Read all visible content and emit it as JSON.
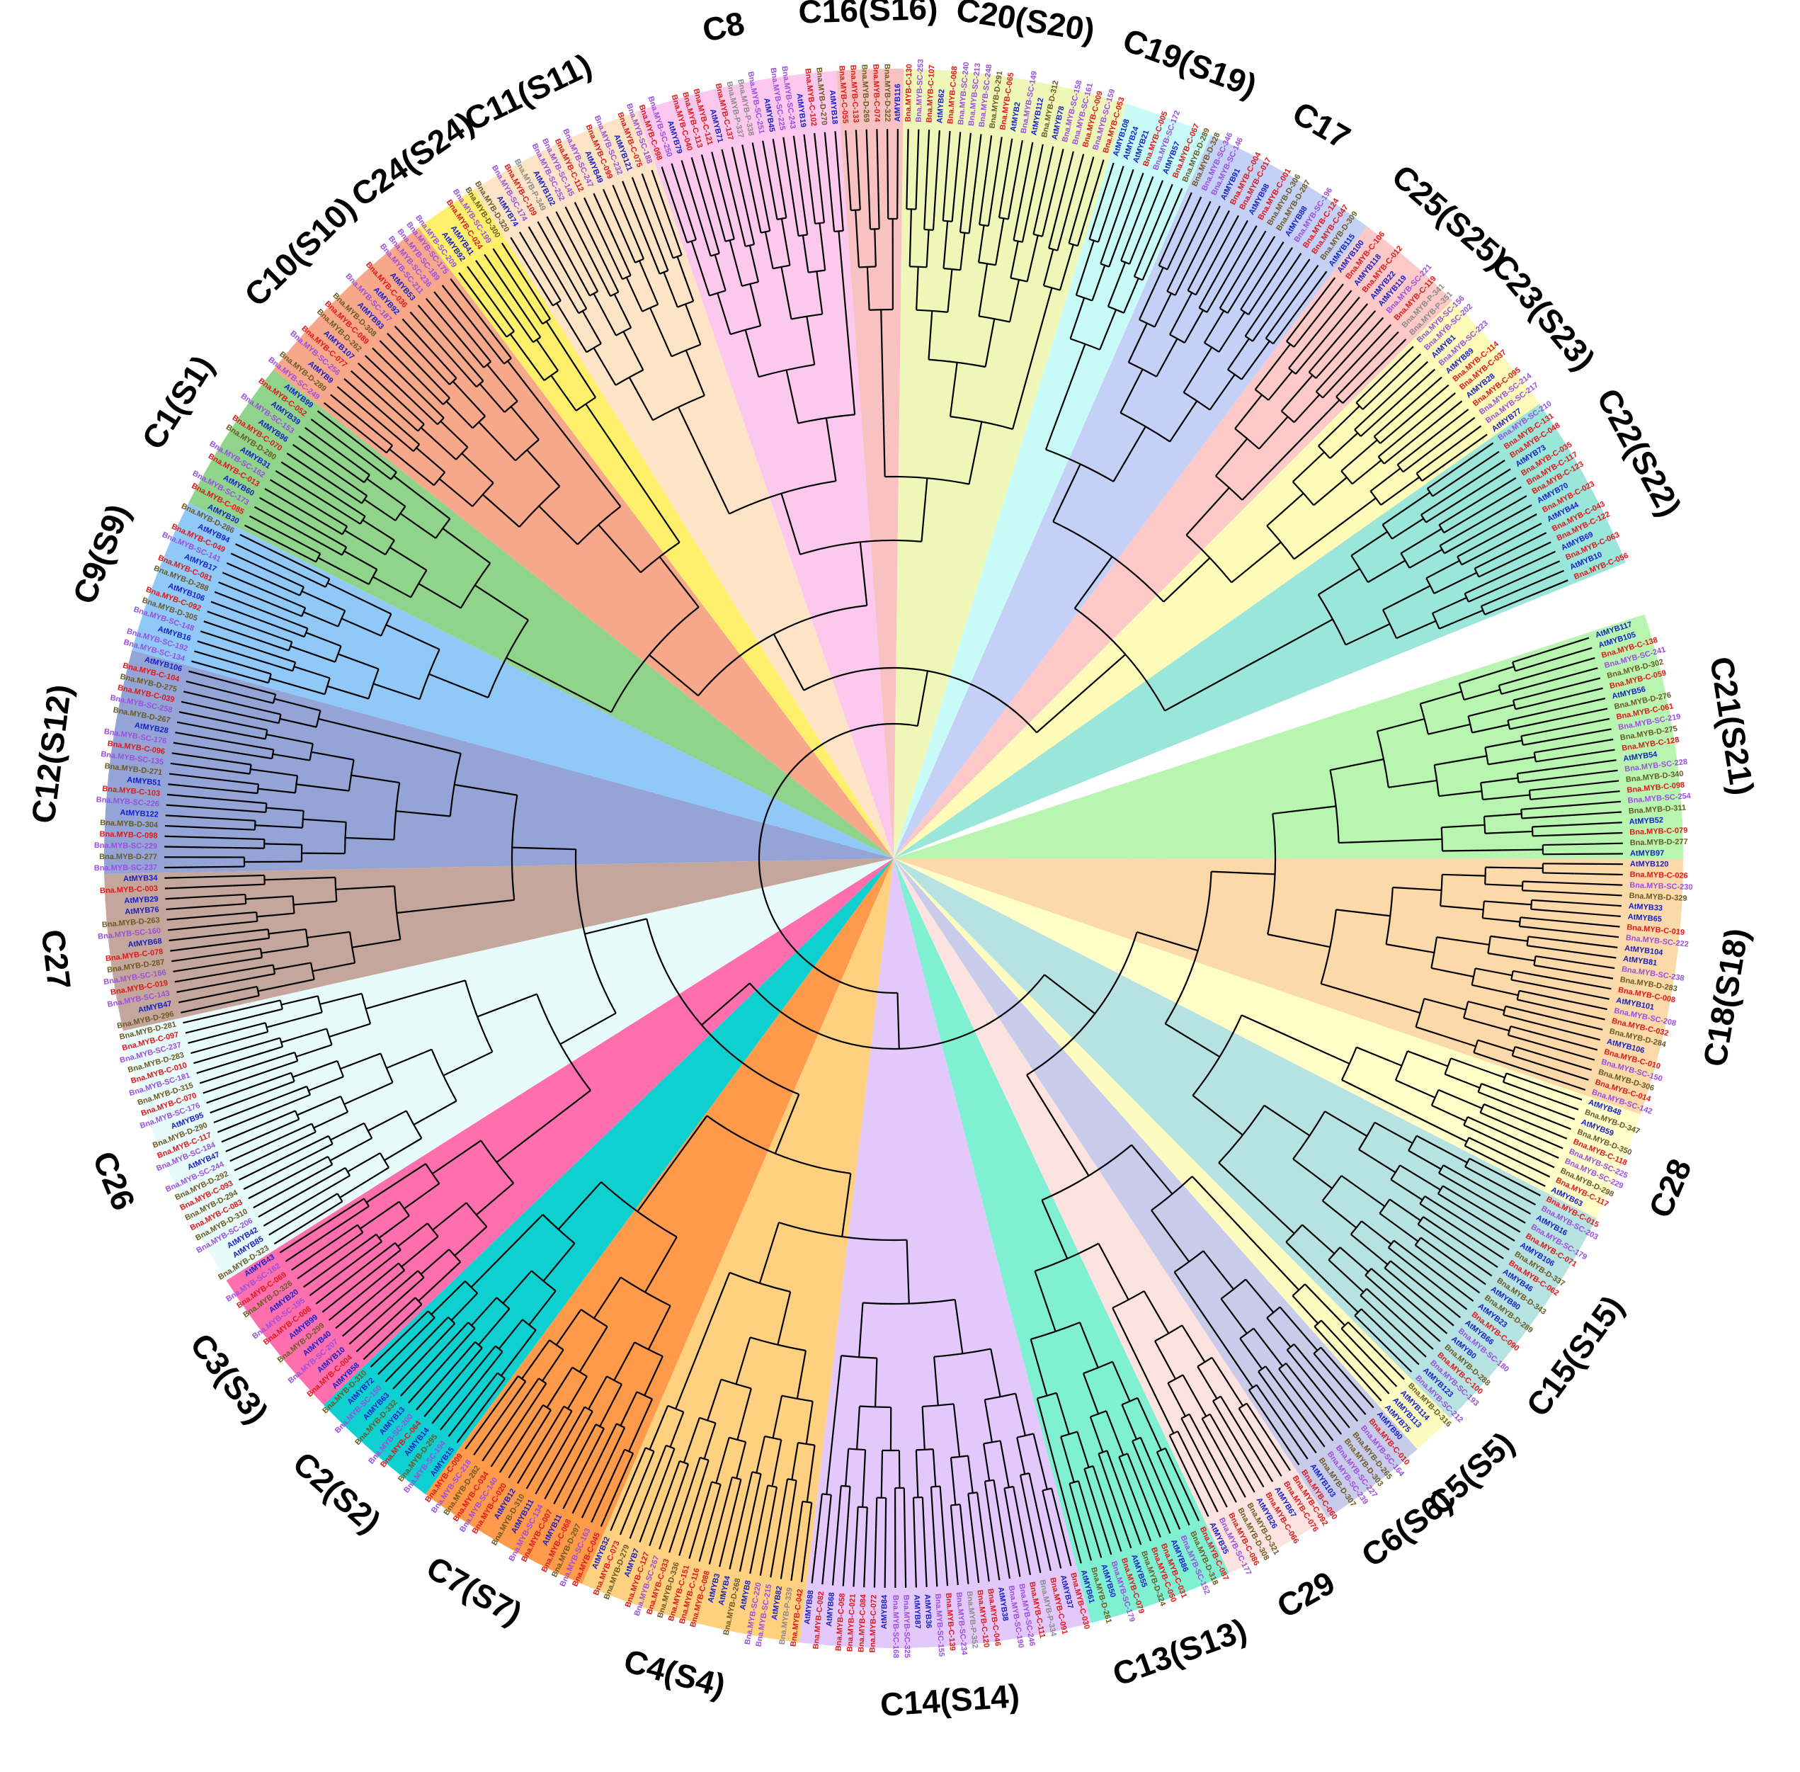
{
  "figure": {
    "clades": [
      {
        "label": "C21(S21)",
        "color": "#b8f5b0",
        "size": 22,
        "leaves": [
          "AtMYB117",
          "AtMYB105",
          "Bna.MYB-C-138",
          "Bna.MYB-SC-241",
          "Bna.MYB-D-302",
          "Bna.MYB-C-059",
          "AtMYB56",
          "Bna.MYB-D-276",
          "Bna.MYB-C-061",
          "Bna.MYB-SC-219",
          "Bna.MYB-D-275",
          "Bna.MYB-C-128",
          "AtMYB54",
          "Bna.MYB-SC-228",
          "Bna.MYB-D-340",
          "Bna.MYB-C-098",
          "Bna.MYB-SC-254",
          "Bna.MYB-D-311",
          "AtMYB52",
          "Bna.MYB-C-079",
          "Bna.MYB-D-277",
          "AtMYB97"
        ]
      },
      {
        "label": "C18(S18)",
        "color": "#fcd9a8",
        "size": 23,
        "leaves": [
          "AtMYB120",
          "Bna.MYB-C-026",
          "Bna.MYB-SC-230",
          "Bna.MYB-D-329",
          "AtMYB33",
          "AtMYB65",
          "Bna.MYB-C-019",
          "Bna.MYB-SC-222",
          "AtMYB104",
          "AtMYB81",
          "Bna.MYB-SC-238",
          "Bna.MYB-D-283",
          "Bna.MYB-C-008",
          "AtMYB101",
          "Bna.MYB-SC-208",
          "Bna.MYB-C-032",
          "Bna.MYB-D-284",
          "AtMYB106",
          "Bna.MYB-C-010",
          "Bna.MYB-SC-150",
          "Bna.MYB-D-306",
          "Bna.MYB-C-014",
          "Bna.MYB-SC-142"
        ]
      },
      {
        "label": "C28",
        "color": "#fffdc8",
        "size": 10,
        "leaves": [
          "AtMYB48",
          "Bna.MYB-D-347",
          "AtMYB59",
          "Bna.MYB-D-350",
          "Bna.MYB-C-118",
          "Bna.MYB-SC-225",
          "Bna.MYB-SC-229",
          "Bna.MYB-D-298",
          "Bna.MYB-C-117",
          "AtMYB63"
        ]
      },
      {
        "label": "C15(S15)",
        "color": "#b6e2e2",
        "size": 22,
        "leaves": [
          "Bna.MYB-C-015",
          "Bna.MYB-SC-203",
          "AtMYB16",
          "Bna.MYB-SC-179",
          "Bna.MYB-C-071",
          "AtMYB106",
          "Bna.MYB-D-337",
          "Bna.MYB-C-062",
          "AtMYB46",
          "Bna.MYB-D-343",
          "AtMYB80",
          "Bna.MYB-D-289",
          "AtMYB23",
          "Bna.MYB-C-090",
          "AtMYB66",
          "Bna.MYB-SC-180",
          "AtMYB0",
          "Bna.MYB-D-288",
          "Bna.MYB-C-100",
          "Bna.MYB-SC-193",
          "AtMYB123",
          "Bna.MYB-SC-212"
        ]
      },
      {
        "label": "C5(S5)",
        "color": "#fdfcc0",
        "size": 4,
        "leaves": [
          "Bna.MYB-D-316",
          "AtMYB114",
          "AtMYB113",
          "AtMYB75"
        ]
      },
      {
        "label": "C6(S6)",
        "color": "#c8cbea",
        "size": 10,
        "leaves": [
          "AtMYB90",
          "Bna.MYB-C-010",
          "Bna.MYB-SC-164",
          "Bna.MYB-D-265",
          "Bna.MYB-D-303",
          "Bna.MYB-SC-227",
          "Bna.MYB-SC-239",
          "Bna.MYB-D-307",
          "AtMYB103",
          "Bna.MYB-C-060"
        ]
      },
      {
        "label": "C29",
        "color": "#fde3e0",
        "size": 10,
        "leaves": [
          "Bna.MYB-C-092",
          "Bna.MYB-C-076",
          "AtMYB67",
          "Bna.MYB-C-066",
          "AtMYB26",
          "Bna.MYB-D-321",
          "Bna.MYB-D-308",
          "Bna.MYB-C-086",
          "Bna.MYB-SC-177",
          "AtMYB35"
        ]
      },
      {
        "label": "C13(S13)",
        "color": "#7ff0d2",
        "size": 13,
        "leaves": [
          "Bna.MYB-C-087",
          "Bna.MYB-D-318",
          "Bna.MYB-SC-152",
          "AtMYB86",
          "Bna.MYB-C-031",
          "Bna.MYB-C-050",
          "Bna.MYB-D-324",
          "AtMYB55",
          "Bna.MYB-C-079",
          "Bna.MYB-SC-179",
          "AtMYB50",
          "Bna.MYB-D-261",
          "AtMYB61"
        ]
      },
      {
        "label": "C14(S14)",
        "color": "#e3c8fb",
        "size": 26,
        "leaves": [
          "Bna.MYB-C-030",
          "AtMYB37",
          "Bna.MYB-C-091",
          "Bna.MYB-P-334",
          "Bna.MYB-C-111",
          "Bna.MYB-SC-246",
          "Bna.MYB-SC-190",
          "AtMYB38",
          "Bna.MYB-C-046",
          "Bna.MYB-C-120",
          "Bna.MYB-P-352",
          "Bna.MYB-SC-234",
          "Bna.MYB-C-139",
          "Bna.MYB-SC-155",
          "AtMYB36",
          "AtMYB87",
          "Bna.MYB-SC-325",
          "Bna.MYB-SC-168",
          "AtMYB84",
          "Bna.MYB-C-072",
          "Bna.MYB-C-084",
          "Bna.MYB-C-021",
          "Bna.MYB-C-058",
          "AtMYB68",
          "Bna.MYB-C-082",
          "AtMYB88"
        ]
      },
      {
        "label": "C4(S4)",
        "color": "#ffd080",
        "size": 20,
        "leaves": [
          "Bna.MYB-C-042",
          "Bna.MYB-P-339",
          "AtMYB82",
          "Bna.MYB-SC-215",
          "Bna.MYB-SC-220",
          "AtMYB8",
          "Bna.MYB-D-268",
          "AtMYB4",
          "AtMYB3",
          "Bna.MYB-C-088",
          "Bna.MYB-C-116",
          "Bna.MYB-C-151",
          "Bna.MYB-D-336",
          "Bna.MYB-C-033",
          "Bna.MYB-SC-267",
          "Bna.MYB-C-127",
          "AtMYB7",
          "Bna.MYB-D-279",
          "Bna.MYB-C-073",
          "AtMYB32"
        ]
      },
      {
        "label": "C7(S7)",
        "color": "#ff9a4a",
        "size": 16,
        "leaves": [
          "Bna.MYB-C-045",
          "Bna.MYB-SC-163",
          "Bna.MYB-D-297",
          "Bna.MYB-C-068",
          "AtMYB11",
          "Bna.MYB-C-007",
          "Bna.MYB-SC-134",
          "AtMYB111",
          "Bna.MYB-D-310",
          "AtMYB12",
          "Bna.MYB-C-020",
          "Bna.MYB-SC-140",
          "Bna.MYB-C-034",
          "Bna.MYB-D-282",
          "Bna.MYB-SC-218",
          "Bna.MYB-C-009"
        ]
      },
      {
        "label": "C2(S2)",
        "color": "#0fd0d0",
        "size": 12,
        "leaves": [
          "AtMYB15",
          "Bna.MYB-SC-194",
          "Bna.MYB-D-295",
          "AtMYB14",
          "Bna.MYB-C-064",
          "Bna.MYB-SC-200",
          "AtMYB13",
          "Bna.MYB-D-332",
          "AtMYB63",
          "Bna.MYB-SC-150",
          "AtMYB72",
          "Bna.MYB-D-310"
        ]
      },
      {
        "label": "C3(S3)",
        "color": "#ff6fae",
        "size": 14,
        "leaves": [
          "AtMYB58",
          "Bna.MYB-C-004",
          "AtMYB10",
          "Bna.MYB-SC-207",
          "AtMYB40",
          "Bna.MYB-D-299",
          "AtMYB99",
          "Bna.MYB-C-008",
          "Bna.MYB-SC-195",
          "AtMYB20",
          "Bna.MYB-D-326",
          "Bna.MYB-C-069",
          "Bna.MYB-SC-162",
          "AtMYB43"
        ]
      },
      {
        "label": "C26",
        "color": "#e8fbfb",
        "size": 24,
        "leaves": [
          "Bna.MYB-D-323",
          "AtMYB85",
          "AtMYB42",
          "Bna.MYB-SC-206",
          "Bna.MYB-D-310",
          "Bna.MYB-C-083",
          "Bna.MYB-D-294",
          "Bna.MYB-C-093",
          "Bna.MYB-D-292",
          "Bna.MYB-SC-244",
          "AtMYB47",
          "Bna.MYB-SC-184",
          "Bna.MYB-C-117",
          "Bna.MYB-D-290",
          "AtMYB95",
          "Bna.MYB-SC-176",
          "Bna.MYB-C-070",
          "Bna.MYB-D-315",
          "Bna.MYB-SC-181",
          "Bna.MYB-C-010",
          "Bna.MYB-D-283",
          "Bna.MYB-SC-237",
          "Bna.MYB-C-097",
          "Bna.MYB-D-281"
        ]
      },
      {
        "label": "C27",
        "color": "#c4a69c",
        "size": 14,
        "leaves": [
          "Bna.MYB-D-296",
          "AtMYB47",
          "Bna.MYB-SC-143",
          "Bna.MYB-C-019",
          "Bna.MYB-SC-166",
          "Bna.MYB-D-287",
          "Bna.MYB-C-078",
          "AtMYB68",
          "Bna.MYB-SC-160",
          "Bna.MYB-D-263",
          "AtMYB76",
          "AtMYB29",
          "Bna.MYB-C-003",
          "AtMYB34"
        ]
      },
      {
        "label": "C12(S12)",
        "color": "#94a4d6",
        "size": 20,
        "leaves": [
          "Bna.MYB-SC-237",
          "Bna.MYB-D-277",
          "Bna.MYB-SC-229",
          "Bna.MYB-C-098",
          "Bna.MYB-D-304",
          "AtMYB122",
          "Bna.MYB-SC-226",
          "Bna.MYB-C-103",
          "AtMYB51",
          "Bna.MYB-D-271",
          "Bna.MYB-SC-135",
          "Bna.MYB-C-096",
          "Bna.MYB-SC-176",
          "AtMYB28",
          "Bna.MYB-D-267",
          "Bna.MYB-SC-258",
          "Bna.MYB-C-039",
          "Bna.MYB-D-275",
          "Bna.MYB-C-104",
          "AtMYB106"
        ]
      },
      {
        "label": "C9(S9)",
        "color": "#90c8f8",
        "size": 14,
        "leaves": [
          "Bna.MYB-SC-134",
          "Bna.MYB-SC-192",
          "AtMYB16",
          "Bna.MYB-SC-148",
          "Bna.MYB-D-305",
          "Bna.MYB-C-092",
          "AtMYB106",
          "Bna.MYB-D-288",
          "Bna.MYB-C-081",
          "AtMYB17",
          "Bna.MYB-SC-141",
          "Bna.MYB-C-049",
          "AtMYB94",
          "Bna.MYB-D-286"
        ]
      },
      {
        "label": "C1(S1)",
        "color": "#8fd48a",
        "size": 14,
        "leaves": [
          "AtMYB30",
          "Bna.MYB-C-085",
          "Bna.MYB-SC-173",
          "AtMYB60",
          "Bna.MYB-C-013",
          "Bna.MYB-SC-162",
          "AtMYB31",
          "Bna.MYB-D-280",
          "Bna.MYB-C-070",
          "AtMYB96",
          "Bna.MYB-SC-153",
          "AtMYB39",
          "Bna.MYB-C-052",
          "AtMYB99"
        ]
      },
      {
        "label": "C10(S10)",
        "color": "#f8a88a",
        "size": 18,
        "leaves": [
          "Bna.MYB-SC-249",
          "Bna.MYB-D-289",
          "AtMYB9",
          "Bna.MYB-SC-256",
          "Bna.MYB-C-077",
          "AtMYB107",
          "Bna.MYB-D-262",
          "Bna.MYB-C-089",
          "Bna.MYB-D-308",
          "AtMYB93",
          "Bna.MYB-SC-187",
          "AtMYB92",
          "Bna.MYB-C-036",
          "AtMYB53",
          "Bna.MYB-SC-211",
          "Bna.MYB-SC-236",
          "Bna.MYB-SC-189",
          "Bna.MYB-SC-175"
        ]
      },
      {
        "label": "C24(S24)",
        "color": "#fef06a",
        "size": 6,
        "leaves": [
          "Bna.MYB-SC-209",
          "AtMYB92",
          "AtMYB41",
          "Bna.MYB-C-024",
          "Bna.MYB-SC-199",
          "Bna.MYB-D-300"
        ]
      },
      {
        "label": "C11(S11)",
        "color": "#fde4c6",
        "size": 16,
        "leaves": [
          "Bna.MYB-D-320",
          "AtMYB74",
          "Bna.MYB-SC-174",
          "Bna.MYB-C-109",
          "Bna.MYB-P-349",
          "AtMYB102",
          "Bna.MYB-SC-252",
          "Bna.MYB-SC-145",
          "Bna.MYB-C-112",
          "Bna.MYB-SC-247",
          "AtMYB49",
          "Bna.MYB-C-099",
          "Bna.MYB-SC-232",
          "AtMYB121",
          "Bna.MYB-C-075",
          "Bna.MYB-SC-188"
        ]
      },
      {
        "label": "C8",
        "color": "#fcc8ee",
        "size": 18,
        "leaves": [
          "Bna.MYB-C-098",
          "Bna.MYB-SC-250",
          "AtMYB79",
          "Bna.MYB-C-040",
          "Bna.MYB-C-113",
          "Bna.MYB-C-121",
          "AtMYB71",
          "Bna.MYB-C-137",
          "Bna.MYB-P-337",
          "Bna.MYB-P-338",
          "Bna.MYB-SC-251",
          "AtMYB45",
          "Bna.MYB-SC-225",
          "Bna.MYB-SC-243",
          "AtMYB19",
          "Bna.MYB-C-102",
          "Bna.MYB-D-270",
          "AtMYB18"
        ]
      },
      {
        "label": "C16(S16)",
        "color": "#f9c2c2",
        "size": 6,
        "leaves": [
          "Bna.MYB-C-055",
          "Bna.MYB-C-133",
          "Bna.MYB-D-269",
          "Bna.MYB-C-074",
          "Bna.MYB-D-322",
          "AtMYB116"
        ]
      },
      {
        "label": "C20(S20)",
        "color": "#eef7b8",
        "size": 20,
        "leaves": [
          "Bna.MYB-C-130",
          "Bna.MYB-SC-253",
          "Bna.MYB-C-107",
          "AtMYB62",
          "Bna.MYB-C-068",
          "Bna.MYB-SC-240",
          "Bna.MYB-SC-213",
          "Bna.MYB-SC-248",
          "Bna.MYB-D-291",
          "Bna.MYB-C-065",
          "AtMYB2",
          "Bna.MYB-SC-149",
          "AtMYB112",
          "Bna.MYB-D-312",
          "AtMYB78",
          "Bna.MYB-SC-158",
          "Bna.MYB-SC-161",
          "Bna.MYB-C-009",
          "Bna.MYB-SC-159",
          "Bna.MYB-C-053"
        ]
      },
      {
        "label": "C19(S19)",
        "color": "#c8fbf8",
        "size": 8,
        "leaves": [
          "AtMYB108",
          "AtMYB24",
          "AtMYB21",
          "Bna.MYB-C-005",
          "Bna.MYB-SC-172",
          "AtMYB57",
          "Bna.MYB-C-067",
          "Bna.MYB-D-289"
        ]
      },
      {
        "label": "C17",
        "color": "#c4d0f6",
        "size": 16,
        "leaves": [
          "Bna.MYB-D-328",
          "Bna.MYB-SC-346",
          "Bna.MYB-SC-146",
          "AtMYB91",
          "Bna.MYB-C-004",
          "Bna.MYB-C-017",
          "AtMYB98",
          "Bna.MYB-C-001",
          "Bna.MYB-D-306",
          "Bna.MYB-D-287",
          "AtMYB88",
          "Bna.MYB-SC-196",
          "Bna.MYB-C-124",
          "Bna.MYB-C-047",
          "Bna.MYB-D-309",
          "AtMYB115"
        ]
      },
      {
        "label": "C25(S25)",
        "color": "#fdc8c8",
        "size": 10,
        "leaves": [
          "AtMYB100",
          "Bna.MYB-C-106",
          "AtMYB118",
          "Bna.MYB-C-012",
          "AtMYB22",
          "AtMYB119",
          "Bna.MYB-SC-221",
          "Bna.MYB-C-119",
          "Bna.MYB-P-341",
          "Bna.MYB-P-351"
        ]
      },
      {
        "label": "C23(S23)",
        "color": "#fefbb8",
        "size": 12,
        "leaves": [
          "Bna.MYB-SC-156",
          "Bna.MYB-SC-202",
          "AtMYB1",
          "Bna.MYB-SC-223",
          "AtMYB89",
          "Bna.MYB-C-114",
          "Bna.MYB-C-037",
          "AtMYB28",
          "Bna.MYB-C-095",
          "Bna.MYB-SC-214",
          "Bna.MYB-SC-217",
          "AtMYB77"
        ]
      },
      {
        "label": "C22(S22)",
        "color": "#9ae6da",
        "size": 16,
        "leaves": [
          "Bna.MYB-SC-210",
          "Bna.MYB-C-131",
          "Bna.MYB-C-048",
          "AtMYB73",
          "Bna.MYB-C-035",
          "Bna.MYB-C-117",
          "Bna.MYB-C-123",
          "AtMYB70",
          "Bna.MYB-C-023",
          "AtMYB44",
          "Bna.MYB-C-043",
          "Bna.MYB-C-122",
          "AtMYB69",
          "Bna.MYB-C-063",
          "AtMYB10",
          "Bna.MYB-C-056"
        ]
      }
    ]
  }
}
